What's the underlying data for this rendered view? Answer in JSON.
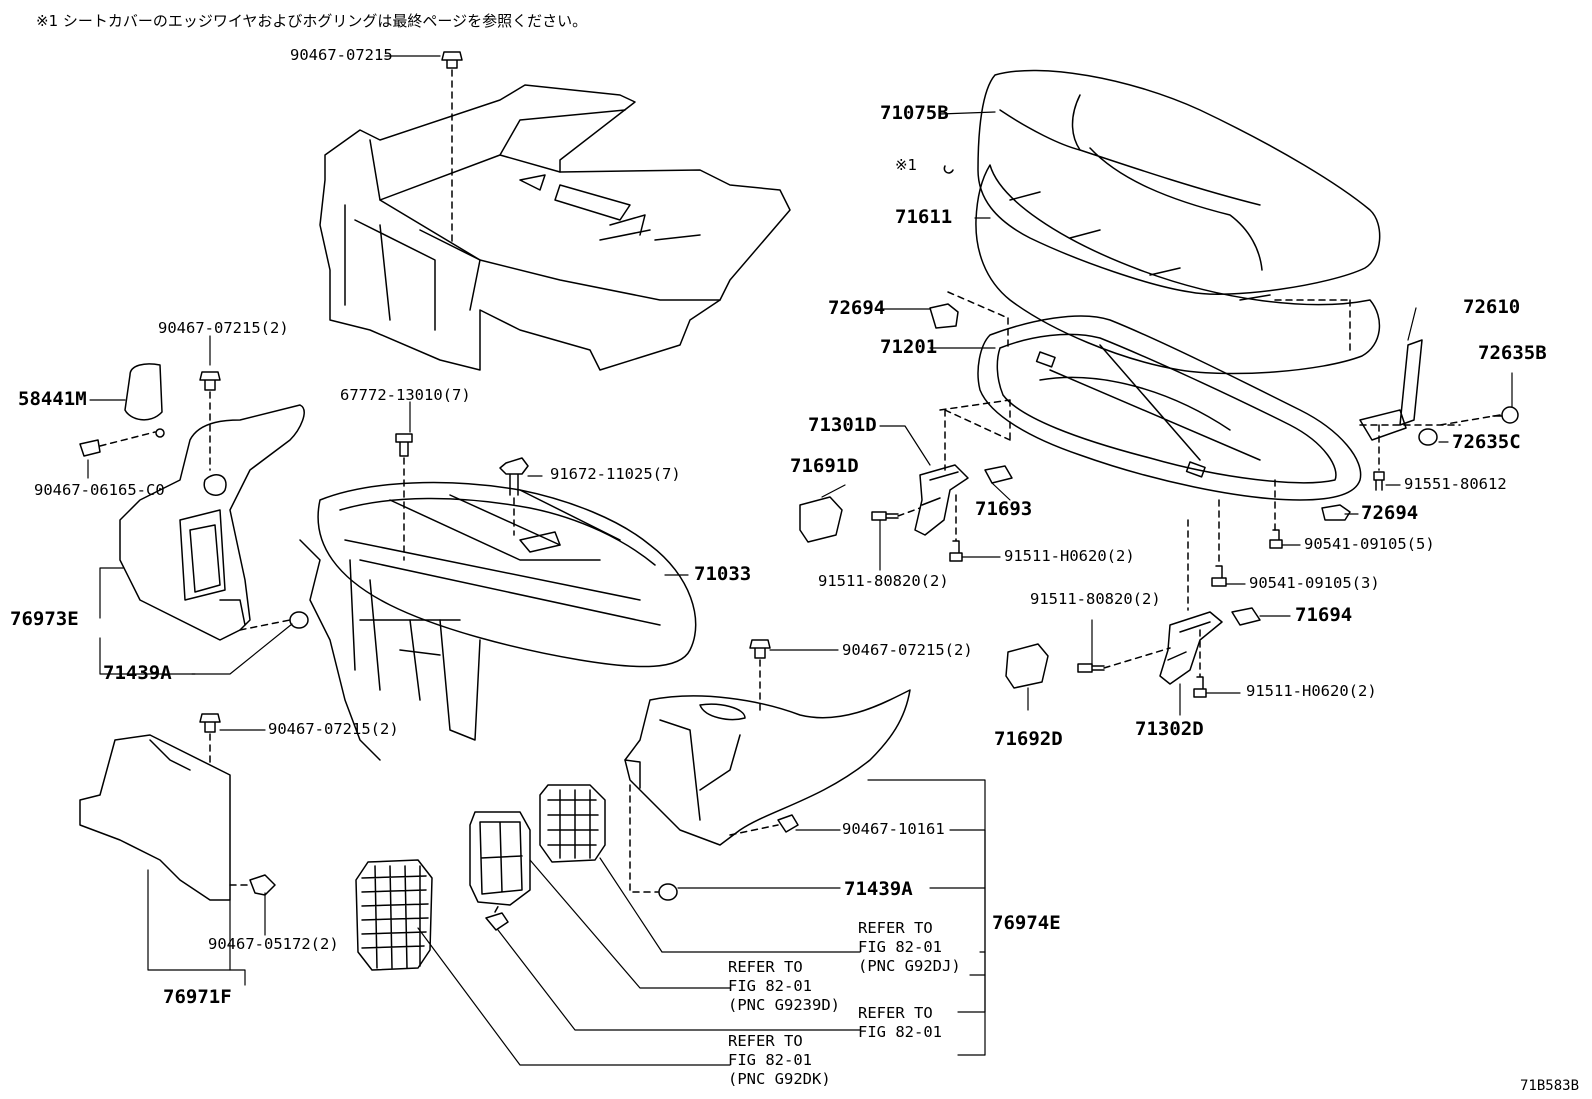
{
  "note": "※1 シートカバーのエッジワイヤおよびホグリングは最終ページを参照ください。",
  "note_marker": "※1",
  "diagram_code": "71B583B",
  "parts": {
    "p71075B": "71075B",
    "p71611": "71611",
    "p72694a": "72694",
    "p71201": "71201",
    "p72610": "72610",
    "p72635B": "72635B",
    "p72635C": "72635C",
    "p71301D": "71301D",
    "p71691D": "71691D",
    "p71693": "71693",
    "p91551_80612": "91551-80612",
    "p72694b": "72694",
    "p90541_5": "90541-09105(5)",
    "p91511_H0620_a": "91511-H0620(2)",
    "p91511_80820_a": "91511-80820(2)",
    "p90541_3": "90541-09105(3)",
    "p91511_80820_b": "91511-80820(2)",
    "p71694": "71694",
    "p91511_H0620_b": "91511-H0620(2)",
    "p71692D": "71692D",
    "p71302D": "71302D",
    "p90467_07215_top": "90467-07215",
    "p90467_07215_2a": "90467-07215(2)",
    "p58441M": "58441M",
    "p90467_06165": "90467-06165-C0",
    "p67772": "67772-13010(7)",
    "p91672": "91672-11025(7)",
    "p71033": "71033",
    "p76973E": "76973E",
    "p71439A_a": "71439A",
    "p90467_07215_2b": "90467-07215(2)",
    "p90467_07215_2c": "90467-07215(2)",
    "p90467_10161": "90467-10161",
    "p71439A_b": "71439A",
    "p76974E": "76974E",
    "p90467_05172": "90467-05172(2)",
    "p76971F": "76971F"
  },
  "refs": {
    "r1": [
      "REFER TO",
      "FIG 82-01",
      "(PNC G92DJ)"
    ],
    "r2": [
      "REFER TO",
      "FIG 82-01",
      "(PNC G9239D)"
    ],
    "r3": [
      "REFER TO",
      "FIG 82-01"
    ],
    "r4": [
      "REFER TO",
      "FIG 82-01",
      "(PNC G92DK)"
    ]
  }
}
